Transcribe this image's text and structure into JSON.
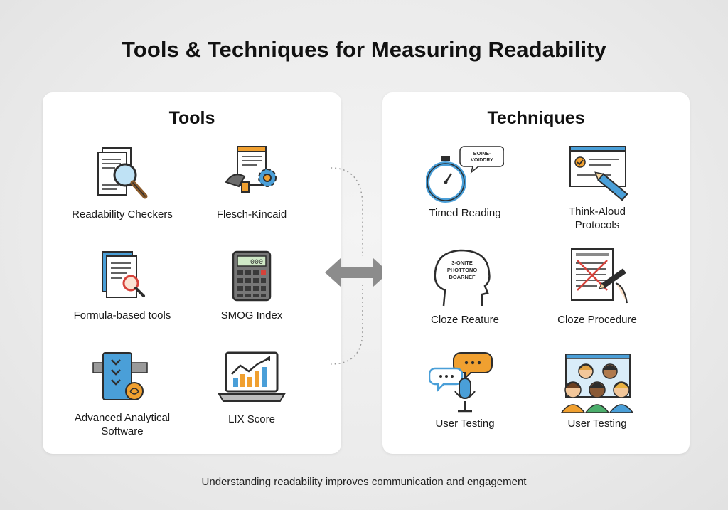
{
  "title": "Tools & Techniques for Measuring Readability",
  "tools": {
    "heading": "Tools",
    "items": [
      {
        "label": "Readability Checkers",
        "icon": "magnifier-document-icon"
      },
      {
        "label": "Flesch-Kincaid",
        "icon": "document-gear-icon"
      },
      {
        "label": "Formula-based tools",
        "icon": "formula-document-icon"
      },
      {
        "label": "SMOG Index",
        "icon": "calculator-icon"
      },
      {
        "label": "Advanced Analytical\nSoftware",
        "icon": "analytics-software-icon"
      },
      {
        "label": "LIX Score",
        "icon": "laptop-chart-icon"
      }
    ]
  },
  "techniques": {
    "heading": "Techniques",
    "items": [
      {
        "label": "Timed Reading",
        "icon": "stopwatch-icon"
      },
      {
        "label": "Think-Aloud\nProtocols",
        "icon": "form-pencil-icon"
      },
      {
        "label": "Cloze Reature",
        "icon": "head-thought-icon"
      },
      {
        "label": "Cloze Procedure",
        "icon": "crossed-document-icon"
      },
      {
        "label": "User Testing",
        "icon": "microphone-chat-icon"
      },
      {
        "label": "User Testing",
        "icon": "user-group-icon"
      }
    ]
  },
  "icon_text": {
    "speech_bubble": "BOINE-\nVOIDDRY",
    "head_thought": "3-ONITE\nPHOTTONO\nDOARNEF",
    "calculator_display": "000"
  },
  "footer": "Understanding readability improves communication and engagement",
  "colors": {
    "blue": "#4a9fd8",
    "orange": "#f0a030",
    "dark": "#2d2d2d",
    "gray": "#8a8a8a",
    "red": "#d6423a"
  }
}
